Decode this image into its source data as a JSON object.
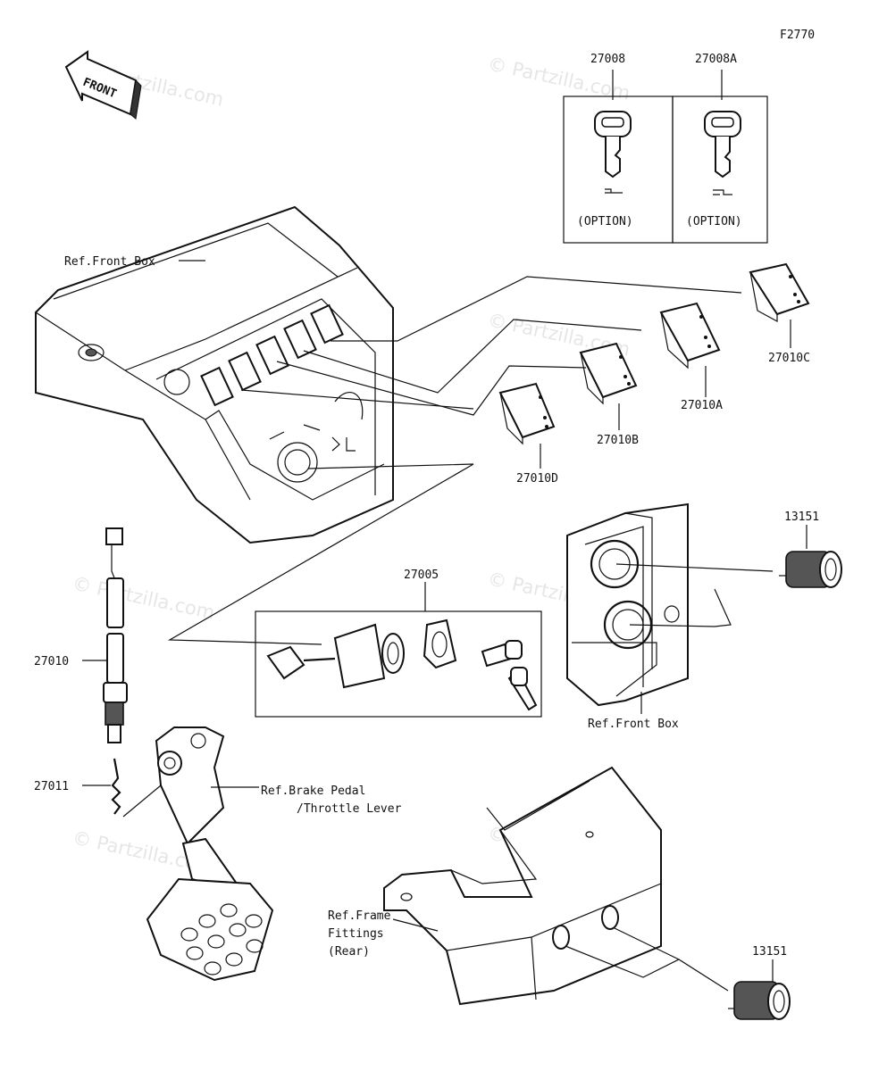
{
  "diagram_code": "F2770",
  "direction_label": "FRONT",
  "watermark": "© Partzilla.com",
  "parts": [
    {
      "key": "key_a",
      "number": "27008",
      "note": "(OPTION)"
    },
    {
      "key": "key_b",
      "number": "27008A",
      "note": "(OPTION)"
    },
    {
      "key": "sw_c",
      "number": "27010C"
    },
    {
      "key": "sw_a",
      "number": "27010A"
    },
    {
      "key": "sw_b",
      "number": "27010B"
    },
    {
      "key": "sw_d",
      "number": "27010D"
    },
    {
      "key": "socket_top",
      "number": "13151"
    },
    {
      "key": "socket_bottom",
      "number": "13151"
    },
    {
      "key": "ignition",
      "number": "27005"
    },
    {
      "key": "brake_switch",
      "number": "27010"
    },
    {
      "key": "spring",
      "number": "27011"
    }
  ],
  "references": {
    "front_box_top": "Ref.Front Box",
    "front_box_right": "Ref.Front Box",
    "brake_line1": "Ref.Brake Pedal",
    "brake_line2": "/Throttle Lever",
    "frame_line1": "Ref.Frame",
    "frame_line2": "Fittings",
    "frame_line3": "(Rear)"
  }
}
